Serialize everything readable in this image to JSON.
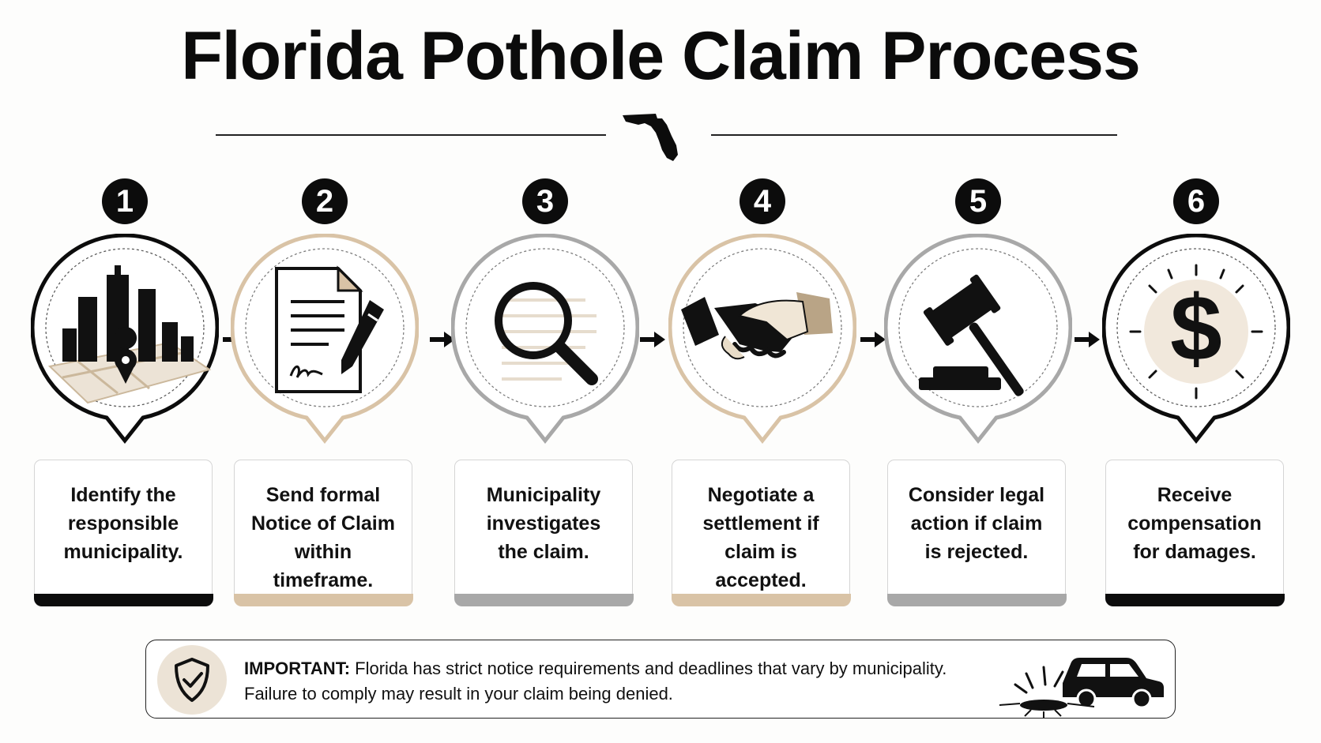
{
  "title": "Florida Pothole Claim Process",
  "colors": {
    "black": "#0c0c0c",
    "tan": "#d9c3a6",
    "gray": "#a8a8a8",
    "cream": "#f1e8dc"
  },
  "steps": [
    {
      "number": "1",
      "text": "Identify the\nresponsible\nmunicipality.",
      "theme": "black",
      "icon": "city-map-pin-icon"
    },
    {
      "number": "2",
      "text": "Send formal\nNotice of Claim\nwithin timeframe.",
      "theme": "tan",
      "icon": "document-pen-icon"
    },
    {
      "number": "3",
      "text": "Municipality\ninvestigates\nthe claim.",
      "theme": "gray",
      "icon": "magnifying-glass-icon"
    },
    {
      "number": "4",
      "text": "Negotiate a\nsettlement if\nclaim is accepted.",
      "theme": "tan",
      "icon": "handshake-icon"
    },
    {
      "number": "5",
      "text": "Consider legal\naction if claim\nis rejected.",
      "theme": "gray",
      "icon": "gavel-icon"
    },
    {
      "number": "6",
      "text": "Receive\ncompensation\nfor damages.",
      "theme": "black",
      "icon": "dollar-sign-icon"
    }
  ],
  "notice": {
    "label": "IMPORTANT:",
    "line1": "Florida has strict notice requirements and deadlines that vary by municipality.",
    "line2": "Failure to comply may result in your claim being denied.",
    "icons": [
      "shield-check-icon",
      "car-pothole-icon"
    ]
  }
}
